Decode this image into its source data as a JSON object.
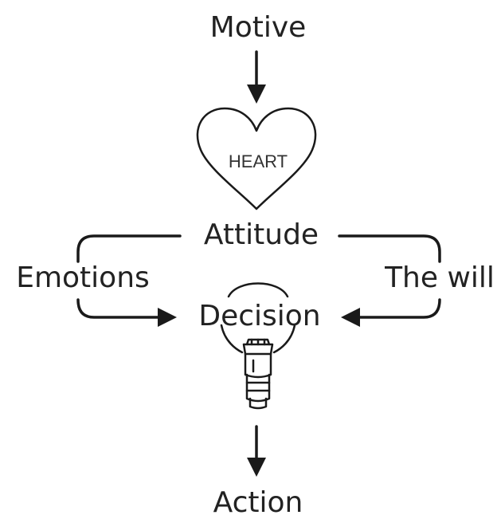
{
  "nodes": {
    "motive": "Motive",
    "heart": "HEART",
    "attitude": "Attitude",
    "emotions": "Emotions",
    "the_will": "The will",
    "decision": "Decision",
    "action": "Action"
  },
  "icons": {
    "heart": "heart-icon",
    "bulb": "light-bulb-icon"
  },
  "colors": {
    "ink": "#1a1a1a",
    "background": "#ffffff"
  }
}
